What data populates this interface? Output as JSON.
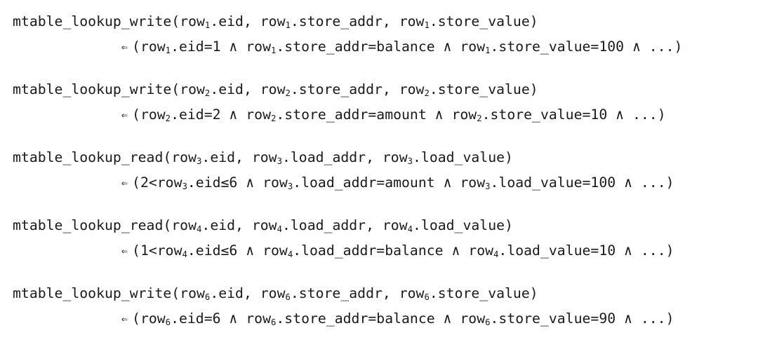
{
  "implies_symbol": "⇐",
  "rules": [
    {
      "head": [
        {
          "t": "mtable_lookup_write(row"
        },
        {
          "s": "1"
        },
        {
          "t": ".eid, row"
        },
        {
          "s": "1"
        },
        {
          "t": ".store_addr, row"
        },
        {
          "s": "1"
        },
        {
          "t": ".store_value)"
        }
      ],
      "body": [
        {
          "t": "(row"
        },
        {
          "s": "1"
        },
        {
          "t": ".eid=1 ∧ row"
        },
        {
          "s": "1"
        },
        {
          "t": ".store_addr=balance ∧ row"
        },
        {
          "s": "1"
        },
        {
          "t": ".store_value=100 ∧ ...)"
        }
      ]
    },
    {
      "head": [
        {
          "t": "mtable_lookup_write(row"
        },
        {
          "s": "2"
        },
        {
          "t": ".eid, row"
        },
        {
          "s": "2"
        },
        {
          "t": ".store_addr, row"
        },
        {
          "s": "2"
        },
        {
          "t": ".store_value)"
        }
      ],
      "body": [
        {
          "t": "(row"
        },
        {
          "s": "2"
        },
        {
          "t": ".eid=2 ∧ row"
        },
        {
          "s": "2"
        },
        {
          "t": ".store_addr=amount ∧ row"
        },
        {
          "s": "2"
        },
        {
          "t": ".store_value=10 ∧ ...)"
        }
      ]
    },
    {
      "head": [
        {
          "t": "mtable_lookup_read(row"
        },
        {
          "s": "3"
        },
        {
          "t": ".eid, row"
        },
        {
          "s": "3"
        },
        {
          "t": ".load_addr, row"
        },
        {
          "s": "3"
        },
        {
          "t": ".load_value)"
        }
      ],
      "body": [
        {
          "t": "(2<row"
        },
        {
          "s": "3"
        },
        {
          "t": ".eid≤6 ∧ row"
        },
        {
          "s": "3"
        },
        {
          "t": ".load_addr=amount ∧ row"
        },
        {
          "s": "3"
        },
        {
          "t": ".load_value=100 ∧ ...)"
        }
      ]
    },
    {
      "head": [
        {
          "t": "mtable_lookup_read(row"
        },
        {
          "s": "4"
        },
        {
          "t": ".eid, row"
        },
        {
          "s": "4"
        },
        {
          "t": ".load_addr, row"
        },
        {
          "s": "4"
        },
        {
          "t": ".load_value)"
        }
      ],
      "body": [
        {
          "t": "(1<row"
        },
        {
          "s": "4"
        },
        {
          "t": ".eid≤6 ∧ row"
        },
        {
          "s": "4"
        },
        {
          "t": ".load_addr=balance ∧ row"
        },
        {
          "s": "4"
        },
        {
          "t": ".load_value=10 ∧ ...)"
        }
      ]
    },
    {
      "head": [
        {
          "t": "mtable_lookup_write(row"
        },
        {
          "s": "6"
        },
        {
          "t": ".eid, row"
        },
        {
          "s": "6"
        },
        {
          "t": ".store_addr, row"
        },
        {
          "s": "6"
        },
        {
          "t": ".store_value)"
        }
      ],
      "body": [
        {
          "t": "(row"
        },
        {
          "s": "6"
        },
        {
          "t": ".eid=6 ∧ row"
        },
        {
          "s": "6"
        },
        {
          "t": ".store_addr=balance ∧ row"
        },
        {
          "s": "6"
        },
        {
          "t": ".store_value=90 ∧ ...)"
        }
      ]
    }
  ]
}
